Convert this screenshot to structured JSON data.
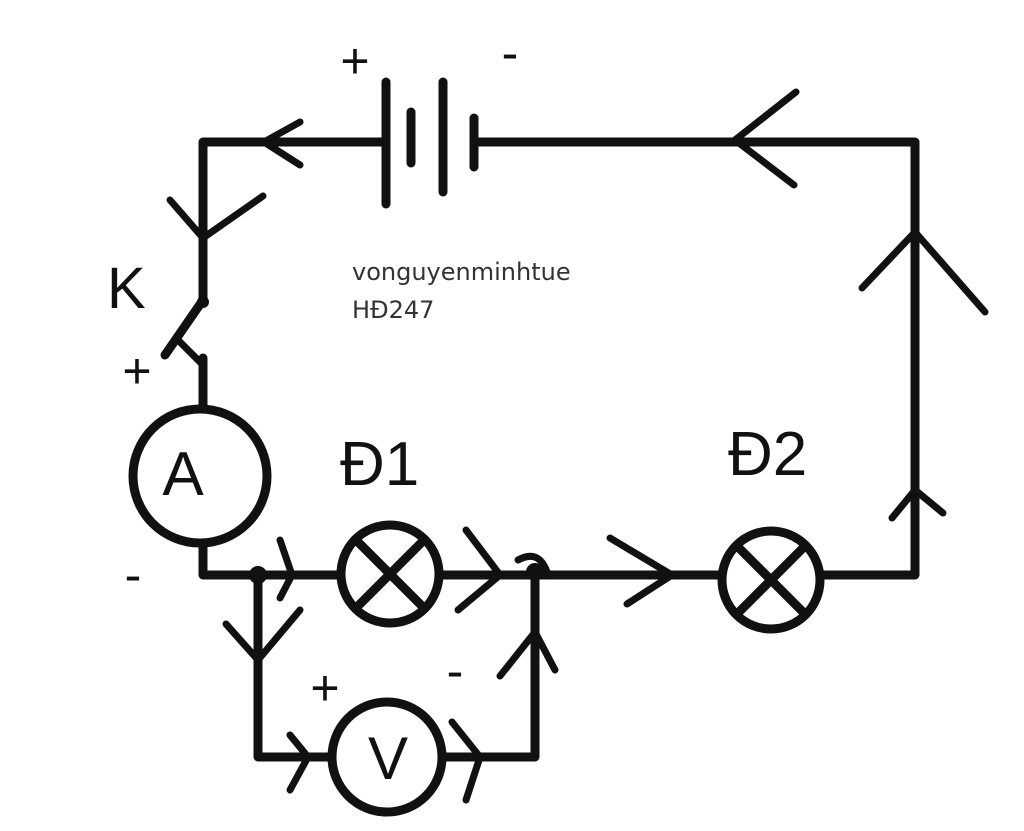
{
  "labels": {
    "battery_plus": "+",
    "battery_minus": "-",
    "switch": "K",
    "ammeter_plus": "+",
    "ammeter_minus": "-",
    "ammeter": "A",
    "lamp1": "Đ1",
    "lamp2": "Đ2",
    "voltmeter": "V",
    "voltmeter_plus": "+",
    "voltmeter_minus": "-"
  },
  "watermark": {
    "line1": "vonguyenminhtue",
    "line2": "HĐ247"
  },
  "colors": {
    "ink": "#111111",
    "background": "#ffffff"
  }
}
